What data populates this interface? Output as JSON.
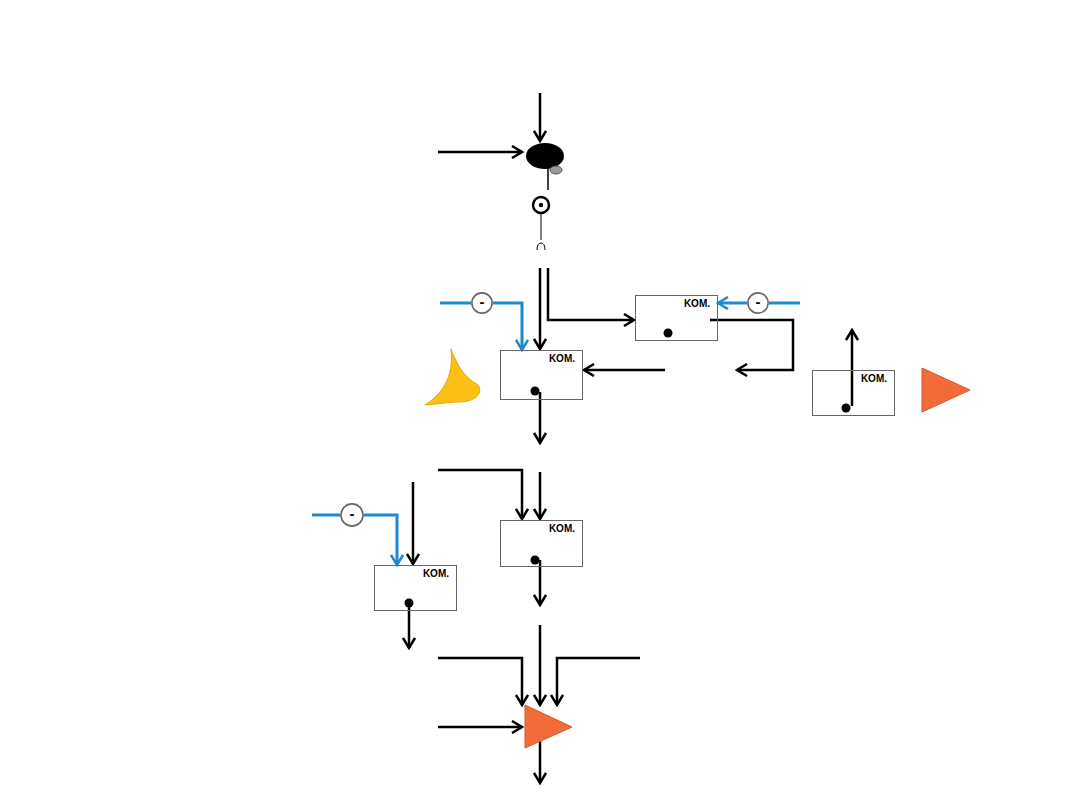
{
  "diagram": {
    "nodes": [
      {
        "text": [
          "-"
        ]
      },
      {
        "text": [
          "-"
        ]
      },
      {
        "text": [
          "KOM."
        ]
      },
      {
        "text": [
          "KOM."
        ]
      },
      {
        "text": [
          "KOM."
        ]
      },
      {
        "text": [
          "KOM."
        ]
      },
      {
        "text": [
          "-"
        ]
      },
      {
        "text": [
          "KOM."
        ]
      }
    ],
    "edges": [
      {
        "from": 0,
        "to": 3,
        "arrow": "to"
      },
      {
        "from": 1,
        "to": 2,
        "arrow": "to"
      },
      {
        "from": 6,
        "to": 7,
        "arrow": "to"
      }
    ]
  }
}
